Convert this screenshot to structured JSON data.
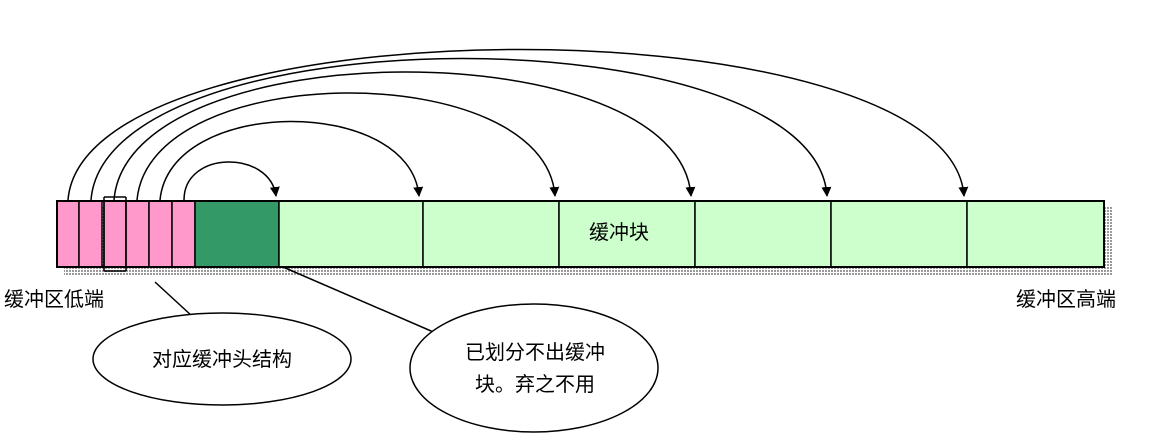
{
  "buffer_block_label": "缓冲块",
  "low_end_label": "缓冲区低端",
  "high_end_label": "缓冲区高端",
  "callout_headers": "对应缓冲头结构",
  "callout_unused": "已划分不出缓冲块。弃之不用",
  "colors": {
    "header_fill": "#ff99cc",
    "unused_fill": "#339966",
    "block_fill": "#ccffcc",
    "shadow": "#b0b0b0",
    "stroke": "#000000"
  }
}
